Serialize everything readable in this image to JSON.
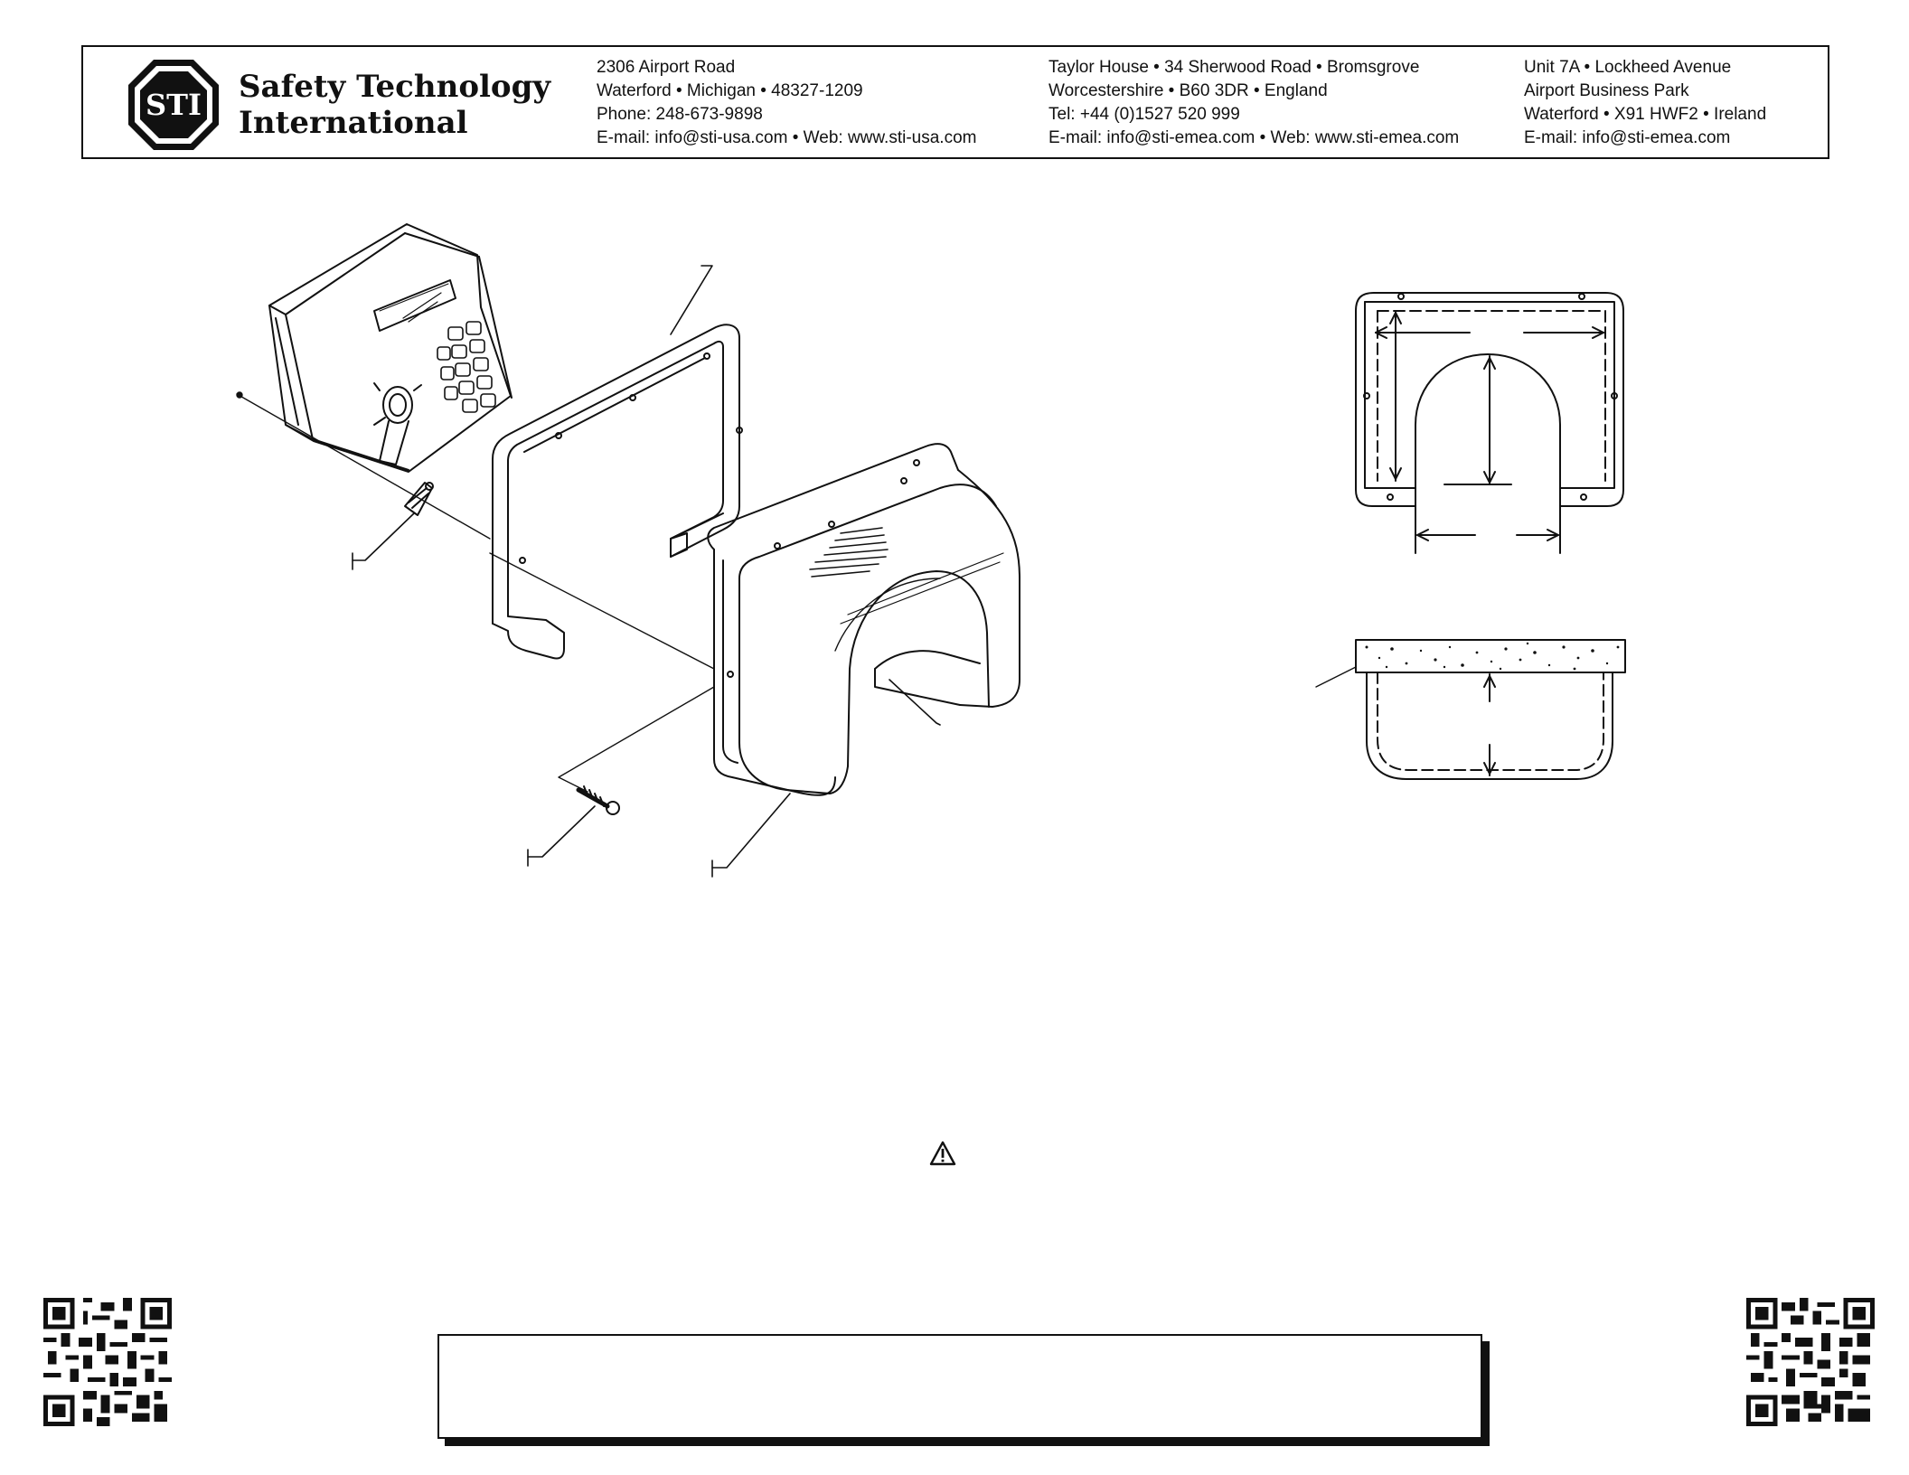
{
  "header": {
    "logo_text": "STI",
    "brand_line1": "Safety Technology",
    "brand_line2": "International",
    "office_us": [
      "2306 Airport Road",
      "Waterford • Michigan • 48327-1209",
      "Phone: 248-673-9898",
      "E-mail: info@sti-usa.com • Web: www.sti-usa.com"
    ],
    "office_uk": [
      "Taylor House • 34 Sherwood Road • Bromsgrove",
      "Worcestershire • B60 3DR • England",
      "Tel: +44 (0)1527 520 999",
      "E-mail: info@sti-emea.com • Web: www.sti-emea.com"
    ],
    "office_ie": [
      "Unit 7A • Lockheed Avenue",
      "Airport Business Park",
      "Waterford • X91 HWF2 • Ireland",
      "E-mail: info@sti-emea.com"
    ]
  },
  "icons": {
    "warning": "warning-triangle-icon",
    "qr_left": "qr-code-icon",
    "qr_right": "qr-code-icon"
  },
  "colors": {
    "ink": "#111111",
    "paper": "#ffffff"
  }
}
